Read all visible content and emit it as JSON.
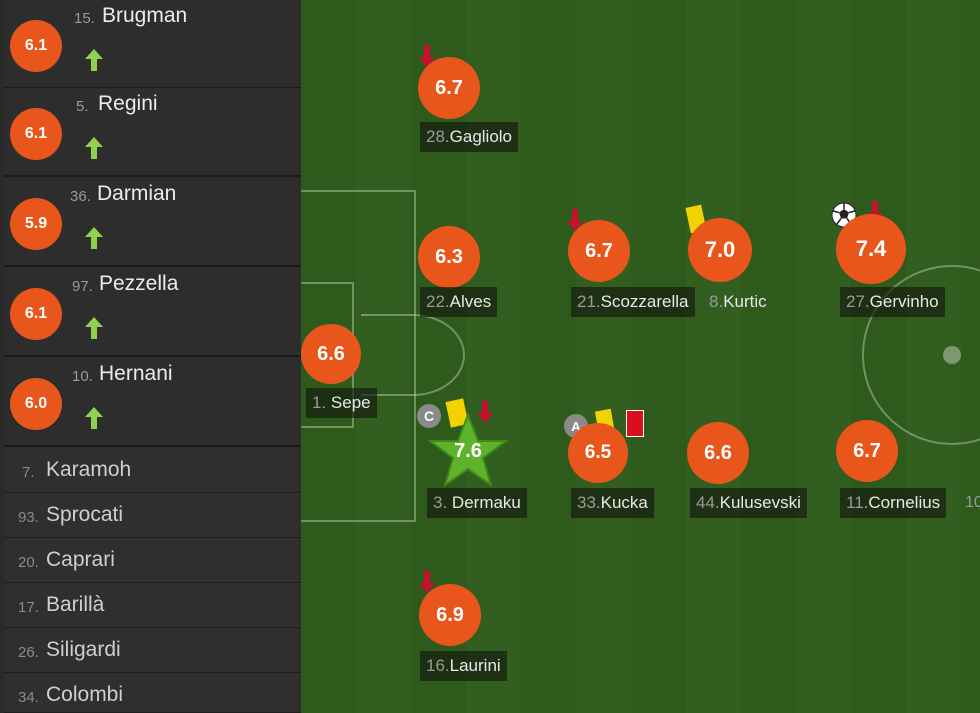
{
  "substitutes_in": [
    {
      "rating": "6.1",
      "number": "15.",
      "name": "Brugman"
    },
    {
      "rating": "6.1",
      "number": "5.",
      "name": "Regini"
    },
    {
      "rating": "5.9",
      "number": "36.",
      "name": "Darmian"
    },
    {
      "rating": "6.1",
      "number": "97.",
      "name": "Pezzella"
    },
    {
      "rating": "6.0",
      "number": "10.",
      "name": "Hernani"
    }
  ],
  "bench": [
    {
      "number": "7.",
      "name": "Karamoh"
    },
    {
      "number": "93.",
      "name": "Sprocati"
    },
    {
      "number": "20.",
      "name": "Caprari"
    },
    {
      "number": "17.",
      "name": "Barillà"
    },
    {
      "number": "26.",
      "name": "Siligardi"
    },
    {
      "number": "34.",
      "name": "Colombi"
    }
  ],
  "pitch_players": {
    "gagliolo": {
      "rating": "6.7",
      "number": "28.",
      "name": "Gagliolo"
    },
    "alves": {
      "rating": "6.3",
      "number": "22.",
      "name": "Alves"
    },
    "sepe": {
      "rating": "6.6",
      "number": "1.",
      "name": "Sepe"
    },
    "dermaku": {
      "rating": "7.6",
      "number": "3.",
      "name": "Dermaku"
    },
    "laurini": {
      "rating": "6.9",
      "number": "16.",
      "name": "Laurini"
    },
    "scozzarella": {
      "rating": "6.7",
      "number": "21.",
      "name": "Scozzarella"
    },
    "kucka": {
      "rating": "6.5",
      "number": "33.",
      "name": "Kucka"
    },
    "kurtic": {
      "rating": "7.0",
      "number": "8.",
      "name": "Kurtic"
    },
    "kulusevski": {
      "rating": "6.6",
      "number": "44.",
      "name": "Kulusevski"
    },
    "gervinho": {
      "rating": "7.4",
      "number": "27.",
      "name": "Gervinho"
    },
    "cornelius": {
      "rating": "6.7",
      "number": "11.",
      "name": "Cornelius"
    }
  },
  "badges": {
    "captain": "C",
    "assistant": "A",
    "edge_fragment": "10"
  },
  "colors": {
    "rating_bg": "#e8561c",
    "star": "#5fb32a",
    "arrow_down": "#c8102e",
    "arrow_up": "#8fd14f",
    "yellow_card": "#f2d200",
    "red_card": "#d90f1c"
  },
  "icons": [
    "arrow-up-icon",
    "arrow-down-icon",
    "yellow-card-icon",
    "red-card-icon",
    "soccer-ball-icon",
    "star-icon"
  ]
}
